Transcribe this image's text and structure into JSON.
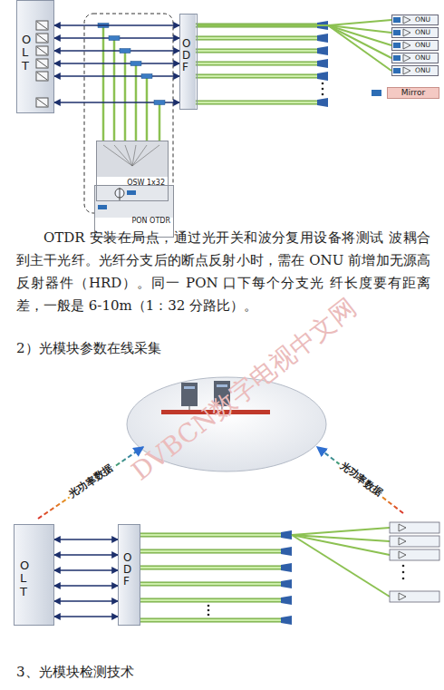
{
  "diagram": {
    "nodes": [
      {
        "text": [
          "OLT"
        ]
      },
      {
        "text": [
          "ODF"
        ]
      },
      {
        "text": [
          "OSW 1x32"
        ]
      },
      {
        "text": [
          "PON OTDR"
        ]
      },
      {
        "text": [
          "ONU"
        ]
      },
      {
        "text": [
          "ONU"
        ]
      },
      {
        "text": [
          "ONU"
        ]
      },
      {
        "text": [
          "ONU"
        ]
      },
      {
        "text": [
          "ONU"
        ]
      },
      {
        "text": [
          "OLT"
        ]
      },
      {
        "text": [
          "ODF"
        ]
      }
    ],
    "edges": [
      {
        "from": 0,
        "to": 1,
        "arrow": "both"
      },
      {
        "from": 2,
        "to": 3,
        "arrow": "none"
      },
      {
        "from": 1,
        "to": 4,
        "arrow": "none"
      },
      {
        "from": 1,
        "to": 5,
        "arrow": "none"
      },
      {
        "from": 1,
        "to": 6,
        "arrow": "none"
      },
      {
        "from": 1,
        "to": 7,
        "arrow": "none"
      },
      {
        "from": 1,
        "to": 8,
        "arrow": "none"
      },
      {
        "from": 9,
        "to": 10,
        "arrow": "both"
      }
    ],
    "labels": [
      "DVBCN数字电视中文网",
      "OTDR 安装在局点，通过光开关和波分复用设备将测试 波耦合到主干光纤。光纤分支后的断点反射小时，需在 ONU 前增加无源高反射器件（HRD）。同一 PON 口下每个分支光 纤长度要有距离差，一般是 6-10m（1：32 分路比）。",
      "2）光模块参数在线采集",
      "光功率数据",
      "光功率数据",
      "3、光模块检测技术"
    ],
    "legend": [
      {
        "text": "Mirror",
        "color": "#2d6db5"
      }
    ]
  }
}
